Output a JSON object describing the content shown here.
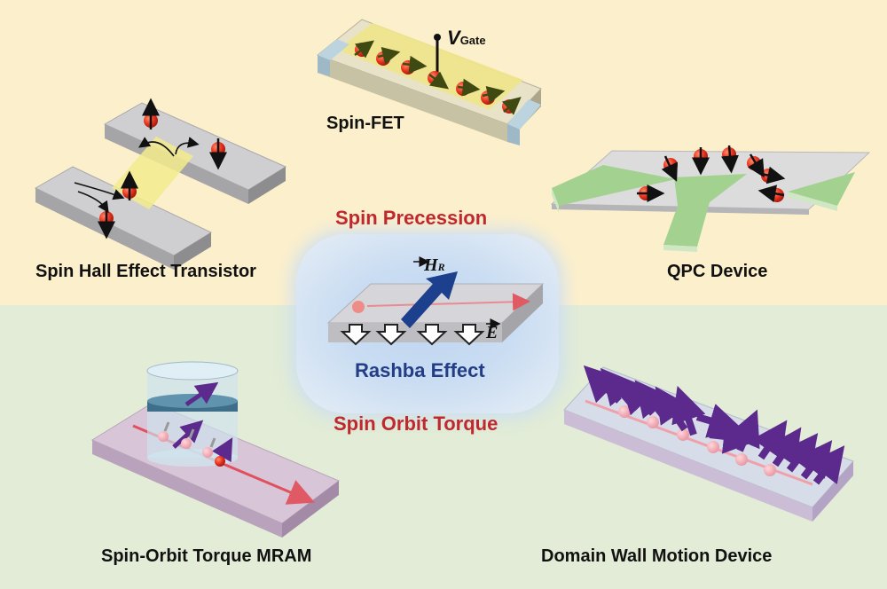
{
  "labels": {
    "spin_fet": "Spin-FET",
    "v_gate_main": "V",
    "v_gate_sub": "Gate",
    "spin_hall": "Spin Hall Effect Transistor",
    "qpc": "QPC Device",
    "spin_precession": "Spin Precession",
    "spin_orbit_torque": "Spin Orbit Torque",
    "rashba": "Rashba Effect",
    "hr_main": "H",
    "hr_sub": "R",
    "e_field": "E",
    "sot_mram": "Spin-Orbit Torque MRAM",
    "domain_wall": "Domain Wall Motion Device"
  },
  "colors": {
    "top_background": "#fcf0cc",
    "bottom_background": "#e2ecd6",
    "accent_red": "#c0282d",
    "accent_blue": "#233e86",
    "electron": "#e8321e",
    "spin_arrow_purple": "#5b2a8c"
  }
}
